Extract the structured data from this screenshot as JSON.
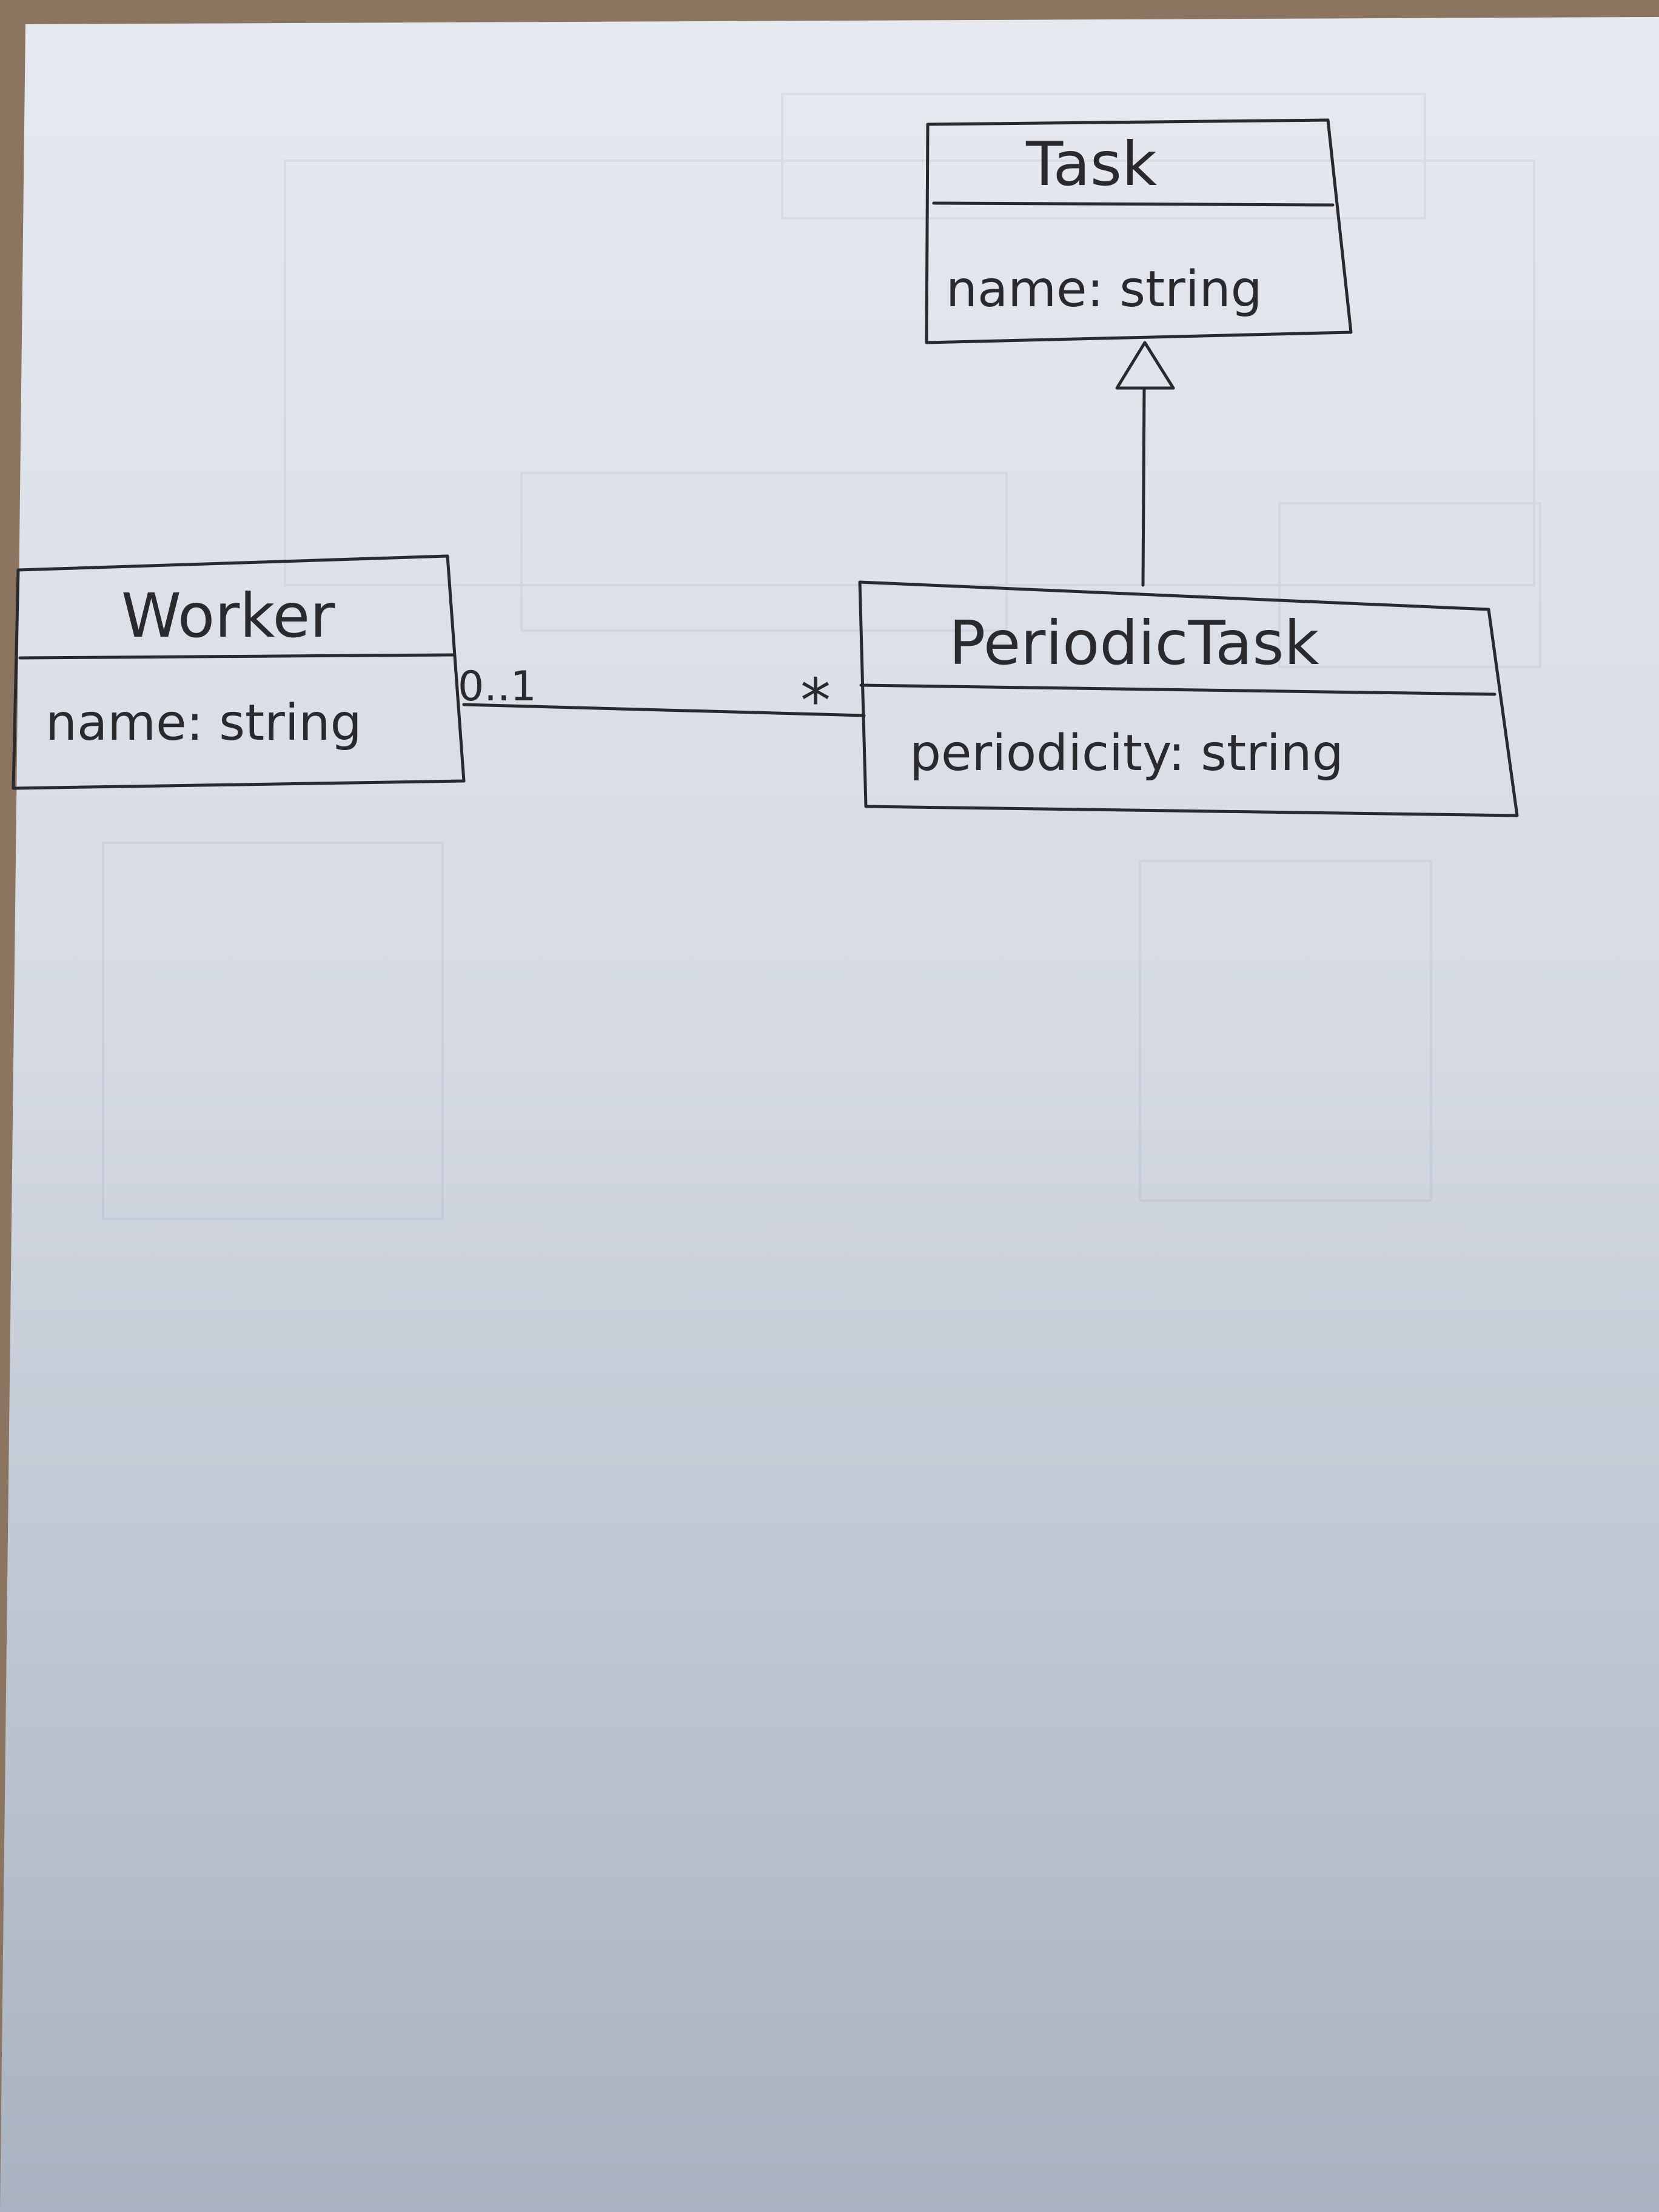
{
  "diagram": {
    "classes": [
      {
        "id": "task",
        "name": "Task",
        "attributes": [
          "name: string"
        ]
      },
      {
        "id": "worker",
        "name": "Worker",
        "attributes": [
          "name: string"
        ]
      },
      {
        "id": "periodic-task",
        "name": "PeriodicTask",
        "attributes": [
          "periodicity: string"
        ]
      }
    ],
    "generalization": {
      "from": "PeriodicTask",
      "to": "Task"
    },
    "association": {
      "between": [
        "Worker",
        "PeriodicTask"
      ],
      "worker_end_multiplicity": "0..1",
      "periodic_task_end_multiplicity": "*"
    }
  },
  "colors": {
    "paper": "#d9dde6",
    "ink": "#2a2a2e",
    "background": "#8a7560"
  }
}
